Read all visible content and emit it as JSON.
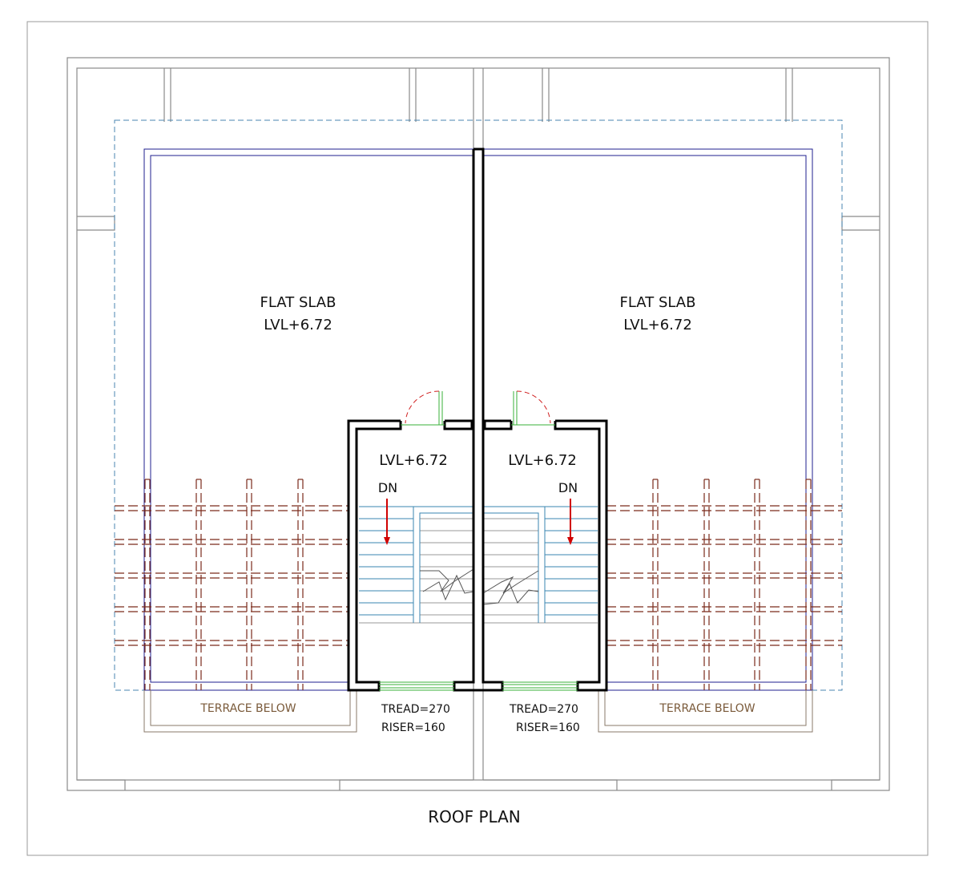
{
  "title": "ROOF PLAN",
  "left": {
    "slab_label": "FLAT SLAB",
    "slab_level": "LVL+6.72",
    "stair_level": "LVL+6.72",
    "stair_dir": "DN",
    "tread": "TREAD=270",
    "riser": "RISER=160",
    "terrace": "TERRACE BELOW"
  },
  "right": {
    "slab_label": "FLAT SLAB",
    "slab_level": "LVL+6.72",
    "stair_level": "LVL+6.72",
    "stair_dir": "DN",
    "tread": "TREAD=270",
    "riser": "RISER=160",
    "terrace": "TERRACE BELOW"
  },
  "colors": {
    "outline": "#8a8a8a",
    "slab_edge": "#1f1f8f",
    "dashed_boundary": "#4a86b0",
    "pergola": "#7a2a1a",
    "stair_steps": "#3a86b0",
    "door_swing": "#d02020",
    "glazing": "#3ab03a",
    "arrow": "#d00000",
    "terrace": "#8a7a6a"
  }
}
